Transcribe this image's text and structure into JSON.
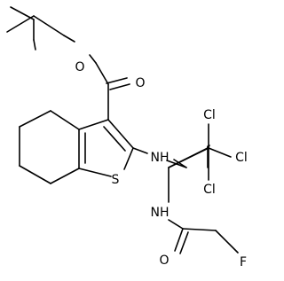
{
  "molecule": {
    "atoms": {
      "ester_o1": "O",
      "ester_o2": "O",
      "sulfur": "S",
      "amine_nh": "NH",
      "amide_nh": "NH",
      "cl_top": "Cl",
      "cl_right": "Cl",
      "cl_bottom": "Cl",
      "amide_o": "O",
      "fluorine": "F"
    }
  }
}
